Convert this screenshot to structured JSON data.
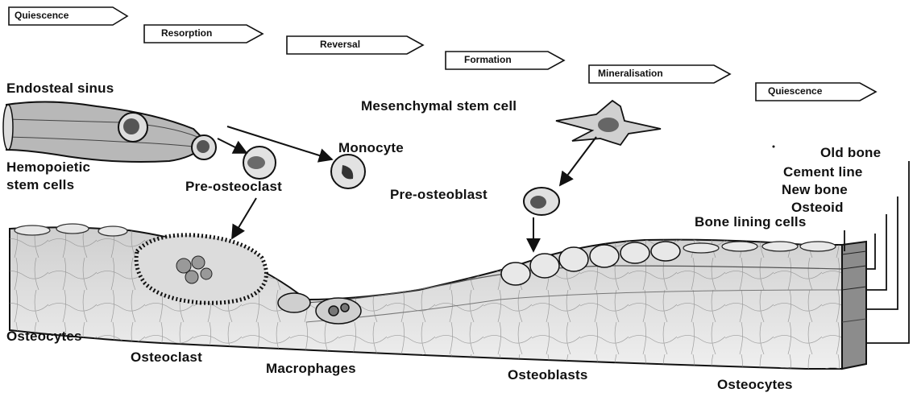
{
  "phases": [
    "Quiescence",
    "Resorption",
    "Reversal",
    "Formation",
    "Mineralisation",
    "Quiescence"
  ],
  "labels": {
    "endosteal_sinus": "Endosteal sinus",
    "hemopoietic_1": "Hemopoietic",
    "hemopoietic_2": "stem cells",
    "pre_osteoclast": "Pre-osteoclast",
    "monocyte": "Monocyte",
    "mesenchymal": "Mesenchymal stem cell",
    "pre_osteoblast": "Pre-osteoblast",
    "osteocytes_left": "Osteocytes",
    "osteoclast": "Osteoclast",
    "macrophages": "Macrophages",
    "osteoblasts": "Osteoblasts",
    "osteocytes_right": "Osteocytes",
    "old_bone": "Old bone",
    "cement_line": "Cement line",
    "new_bone": "New bone",
    "osteoid": "Osteoid",
    "bone_lining": "Bone lining cells"
  }
}
